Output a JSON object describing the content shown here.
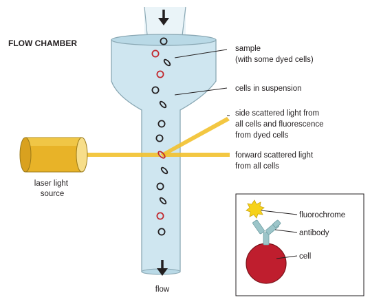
{
  "title": "FLOW CHAMBER",
  "labels": {
    "sample": [
      "sample",
      "(with some dyed cells)"
    ],
    "suspension": [
      "cells in suspension"
    ],
    "side_scatter": [
      "side scattered light from",
      "all cells and fluorescence",
      "from dyed cells"
    ],
    "forward_scatter": [
      "forward scattered light",
      "from all cells"
    ],
    "laser": [
      "laser light",
      "source"
    ],
    "flow": "flow"
  },
  "inset": {
    "fluorochrome": "fluorochrome",
    "antibody": "antibody",
    "cell": "cell"
  },
  "colors": {
    "fluid": "#cfe6f0",
    "outline": "#8aa8b4",
    "laser": "#f2c12e",
    "dyed_cell": "#c1272d",
    "cell_body": "#bf1e2e",
    "antibody": "#9cc5c9",
    "fluorochrome": "#f6d21a"
  }
}
